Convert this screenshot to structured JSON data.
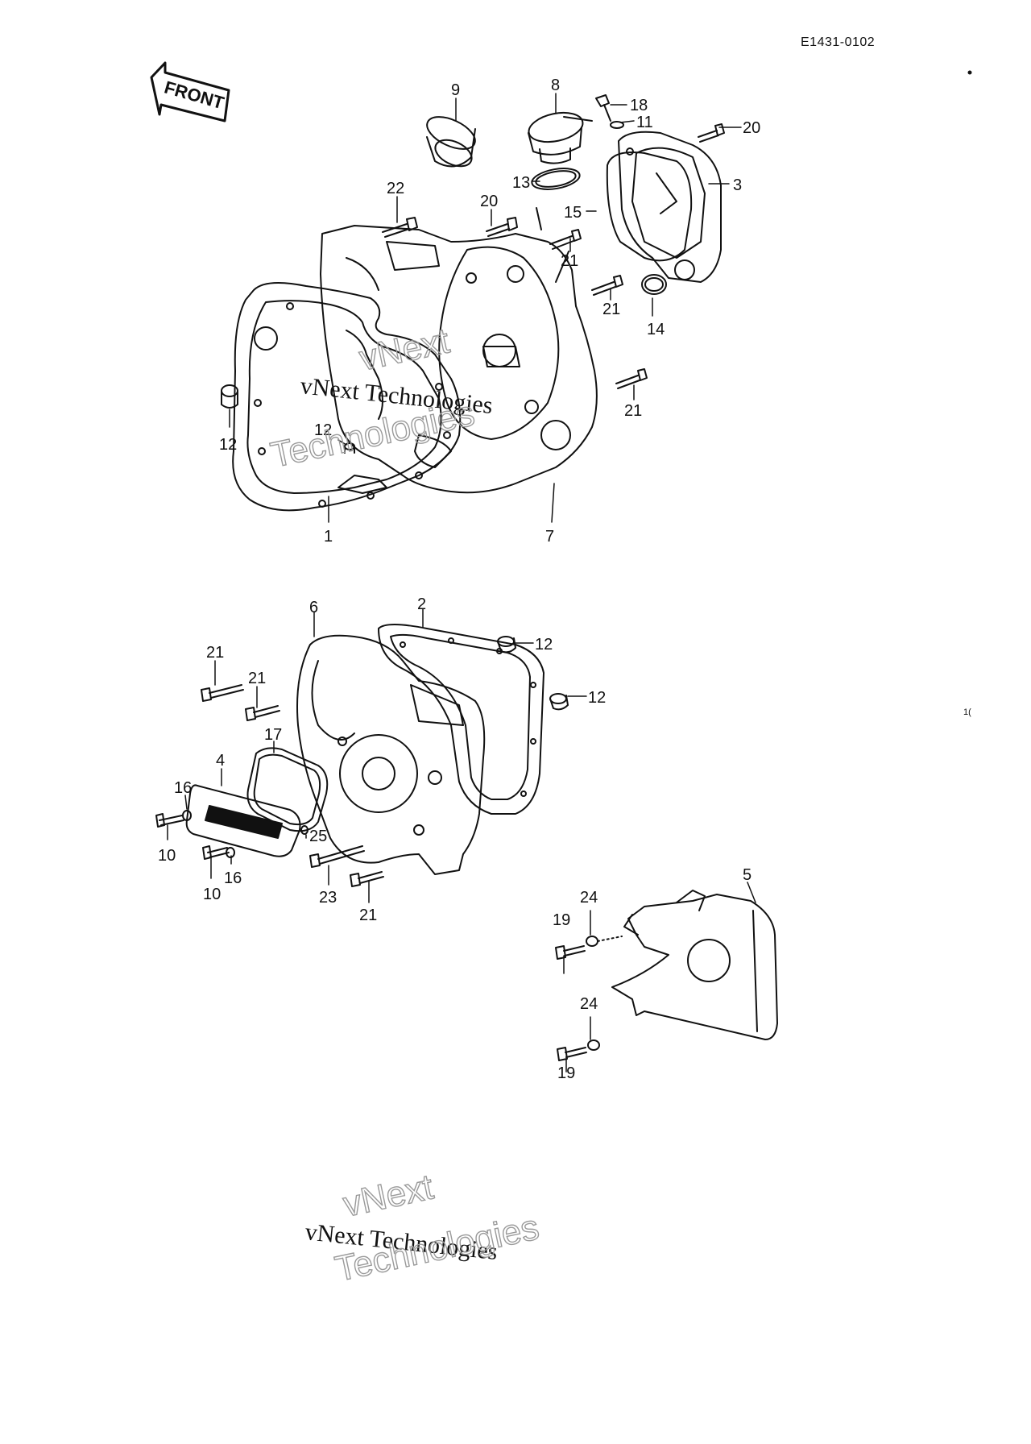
{
  "document": {
    "code": "E1431-0102",
    "margin_mark": "1("
  },
  "orientation": {
    "label": "FRONT"
  },
  "watermark": {
    "line1": "vNext",
    "line2": "vNext Technologies",
    "line3": "Technologies"
  },
  "callouts": [
    {
      "id": "c9",
      "text": "9"
    },
    {
      "id": "c8",
      "text": "8"
    },
    {
      "id": "c18",
      "text": "18"
    },
    {
      "id": "c11",
      "text": "11"
    },
    {
      "id": "c20a",
      "text": "20"
    },
    {
      "id": "c3",
      "text": "3"
    },
    {
      "id": "c13",
      "text": "13"
    },
    {
      "id": "c15",
      "text": "15"
    },
    {
      "id": "c22",
      "text": "22"
    },
    {
      "id": "c20b",
      "text": "20"
    },
    {
      "id": "c21a",
      "text": "21"
    },
    {
      "id": "c21b",
      "text": "21"
    },
    {
      "id": "c14",
      "text": "14"
    },
    {
      "id": "c21c",
      "text": "21"
    },
    {
      "id": "c12a",
      "text": "12"
    },
    {
      "id": "c12b",
      "text": "12"
    },
    {
      "id": "c1",
      "text": "1"
    },
    {
      "id": "c7",
      "text": "7"
    },
    {
      "id": "c6",
      "text": "6"
    },
    {
      "id": "c2",
      "text": "2"
    },
    {
      "id": "c12c",
      "text": "12"
    },
    {
      "id": "c12d",
      "text": "12"
    },
    {
      "id": "c21d",
      "text": "21"
    },
    {
      "id": "c21e",
      "text": "21"
    },
    {
      "id": "c17",
      "text": "17"
    },
    {
      "id": "c4",
      "text": "4"
    },
    {
      "id": "c16a",
      "text": "16"
    },
    {
      "id": "c10a",
      "text": "10"
    },
    {
      "id": "c25",
      "text": "25"
    },
    {
      "id": "c10b",
      "text": "10"
    },
    {
      "id": "c16b",
      "text": "16"
    },
    {
      "id": "c23",
      "text": "23"
    },
    {
      "id": "c21f",
      "text": "21"
    },
    {
      "id": "c5",
      "text": "5"
    },
    {
      "id": "c24a",
      "text": "24"
    },
    {
      "id": "c19a",
      "text": "19"
    },
    {
      "id": "c24b",
      "text": "24"
    },
    {
      "id": "c19b",
      "text": "19"
    }
  ]
}
